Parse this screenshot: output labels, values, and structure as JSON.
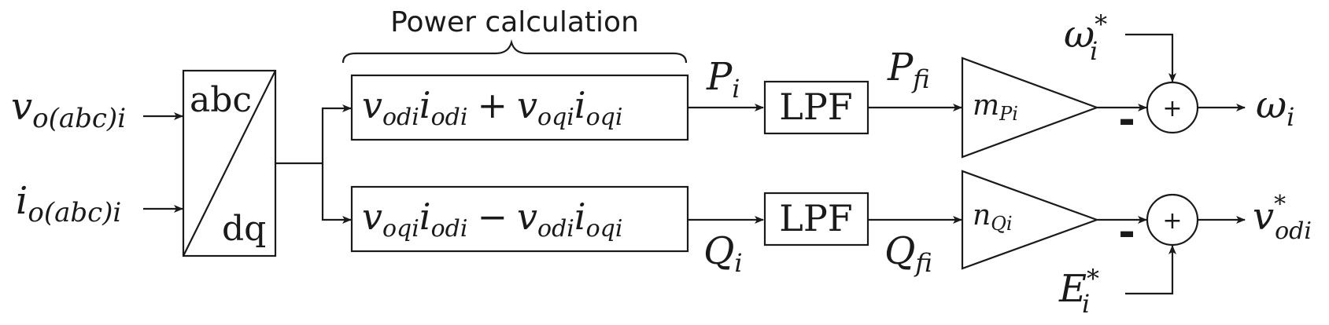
{
  "header": {
    "brace_label": "Power calculation"
  },
  "inputs": {
    "voltage": {
      "base": "v",
      "sub": "o(abc)i"
    },
    "current": {
      "base": "i",
      "sub": "o(abc)i"
    }
  },
  "transform": {
    "top": "abc",
    "bottom": "dq"
  },
  "power": {
    "active": {
      "t1": {
        "base": "v",
        "sub": "odi"
      },
      "t2": {
        "base": "i",
        "sub": "odi"
      },
      "op": "+",
      "t3": {
        "base": "v",
        "sub": "oqi"
      },
      "t4": {
        "base": "i",
        "sub": "oqi"
      },
      "output": {
        "base": "P",
        "sub": "i"
      }
    },
    "reactive": {
      "t1": {
        "base": "v",
        "sub": "oqi"
      },
      "t2": {
        "base": "i",
        "sub": "odi"
      },
      "op": "−",
      "t3": {
        "base": "v",
        "sub": "odi"
      },
      "t4": {
        "base": "i",
        "sub": "oqi"
      },
      "output": {
        "base": "Q",
        "sub": "i"
      }
    }
  },
  "filters": {
    "top": {
      "label": "LPF",
      "output": {
        "base": "P",
        "sub": "fi"
      }
    },
    "bottom": {
      "label": "LPF",
      "output": {
        "base": "Q",
        "sub": "fi"
      }
    }
  },
  "gains": {
    "top": {
      "base": "m",
      "sub": "Pi"
    },
    "bottom": {
      "base": "n",
      "sub": "Qi"
    }
  },
  "summers": {
    "top": {
      "symbol": "+",
      "minus": "-",
      "reference": {
        "base": "ω",
        "sub": "i",
        "sup": "*"
      },
      "output": {
        "base": "ω",
        "sub": "i"
      }
    },
    "bottom": {
      "symbol": "+",
      "minus": "-",
      "reference": {
        "base": "E",
        "sub": "i",
        "sup": "*"
      },
      "output": {
        "base": "v",
        "sub": "odi",
        "sup": "*"
      }
    }
  }
}
